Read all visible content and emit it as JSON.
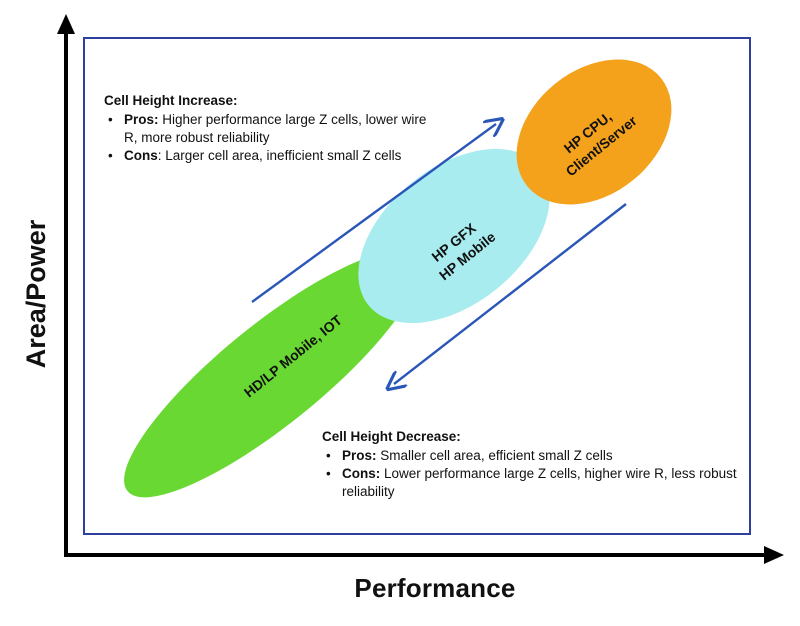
{
  "axes": {
    "x_label": "Performance",
    "y_label": "Area/Power"
  },
  "regions": [
    {
      "line1": "HD/LP Mobile, IOT",
      "line2": "",
      "color": "#6ad832"
    },
    {
      "line1": "HP GFX",
      "line2": "HP Mobile",
      "color": "#a9ecef"
    },
    {
      "line1": "HP CPU,",
      "line2": "Client/Server",
      "color": "#f4a21c"
    }
  ],
  "notes": {
    "increase": {
      "title": "Cell Height Increase:",
      "pros_term": "Pros:",
      "pros_text": "Higher performance large Z cells, lower wire R, more robust reliability",
      "cons_term": "Cons",
      "cons_text": ": Larger cell area, inefficient small Z cells"
    },
    "decrease": {
      "title": "Cell Height Decrease:",
      "pros_term": "Pros:",
      "pros_text": "Smaller cell area, efficient small Z cells",
      "cons_term": "Cons:",
      "cons_text": "Lower performance large Z cells, higher wire R, less robust reliability"
    }
  },
  "colors": {
    "frame": "#2f3f9e",
    "arrow": "#2a56b8",
    "axis": "#000000"
  }
}
